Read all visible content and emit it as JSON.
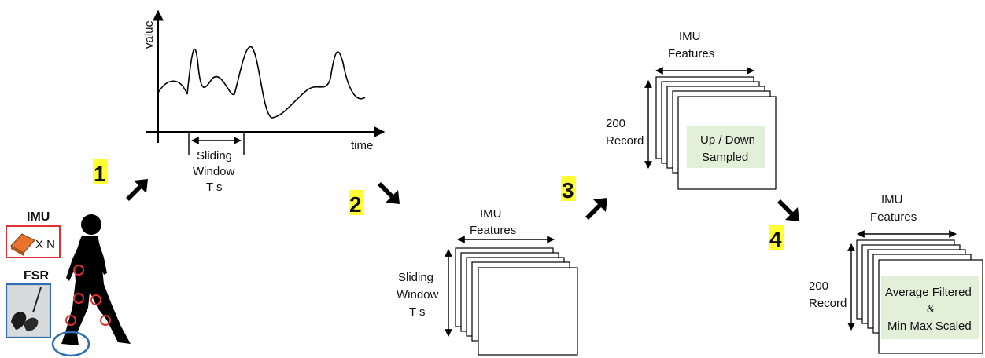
{
  "plot": {
    "ylabel": "value",
    "xlabel": "time",
    "window_label": [
      "Sliding",
      "Window",
      "T s"
    ]
  },
  "steps": [
    "1",
    "2",
    "3",
    "4"
  ],
  "sensor": {
    "imu_label": "IMU",
    "imu_count": "X N",
    "fsr_label": "FSR"
  },
  "stack1": {
    "top_label": [
      "IMU",
      "Features"
    ],
    "side_label": [
      "Sliding",
      "Window",
      "T s"
    ]
  },
  "stack2": {
    "top_label": [
      "IMU",
      "Features"
    ],
    "side_label": [
      "200",
      "Record"
    ],
    "box_label": [
      "Up / Down",
      "Sampled"
    ]
  },
  "stack3": {
    "top_label": [
      "IMU",
      "Features"
    ],
    "side_label": [
      "200",
      "Record"
    ],
    "box_label": [
      "Average Filtered",
      "&",
      "Min Max Scaled"
    ]
  },
  "colors": {
    "highlight": "#ffff33",
    "box_fill": "#e2efd9",
    "sensor_red": "#e03030",
    "fsr_blue": "#2f6db5",
    "imu_orange": "#e8742c"
  }
}
